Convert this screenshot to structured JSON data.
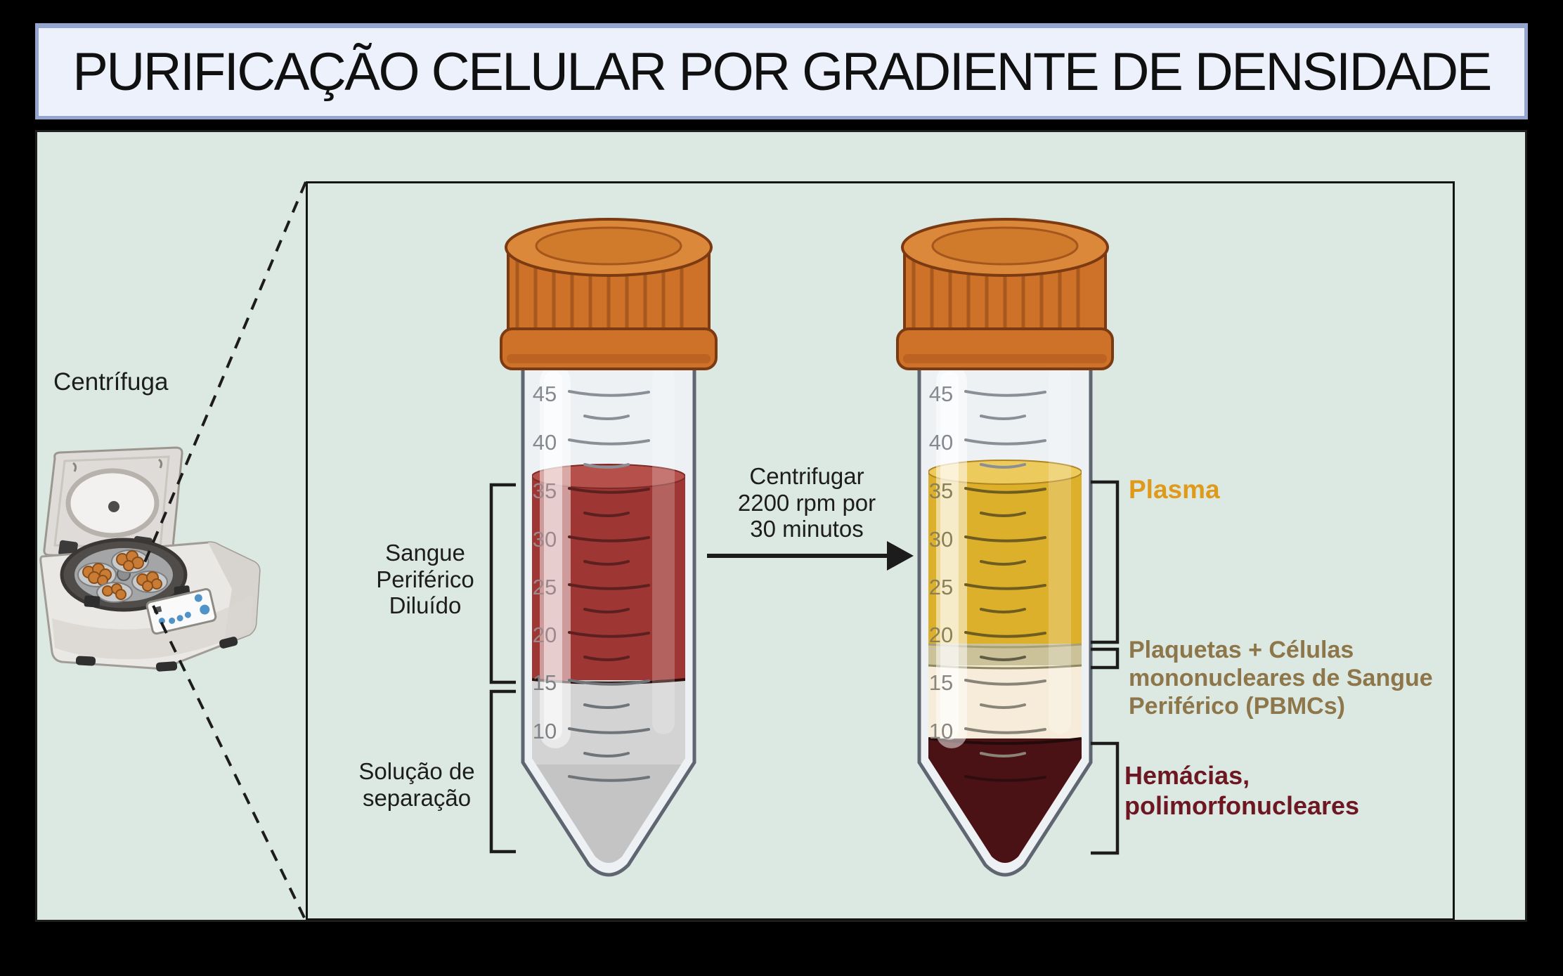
{
  "title": "PURIFICAÇÃO CELULAR POR GRADIENTE DE DENSIDADE",
  "centrifuge_label": "Centrífuga",
  "arrow_label": "Centrifugar\n2200 rpm por\n30 minutos",
  "scale_marks": [
    "45",
    "40",
    "35",
    "30",
    "25",
    "20",
    "15",
    "10"
  ],
  "before_tube": {
    "blood_label": "Sangue\nPeriférico\nDiluído",
    "separation_label": "Solução de\nseparação"
  },
  "after_tube": {
    "plasma_label": "Plasma",
    "pbmc_label": "Plaquetas + Células\nmononucleares de Sangue\nPeriférico (PBMCs)",
    "rbc_label": "Hemácias,\npolimorfonucleares"
  },
  "colors": {
    "diluted_blood": "#9e3634",
    "blood_surface": "#b5504b",
    "separation_solution": "#d2d3d2",
    "plasma": "#dcb02a",
    "plasma_surface": "#ecca5c",
    "pbmc_band": "#cbc29a",
    "separation_after": "#f6ecd9",
    "rbc_layer": "#4b1216",
    "cap_orange": "#cd7228",
    "plasma_label_color": "#e09a1a",
    "pbmc_label_color": "#8d7649",
    "rbc_label_color": "#6d1722",
    "panel_background": "#dce8e2",
    "banner_background": "#edf1fb",
    "banner_border": "#94a6cf"
  }
}
